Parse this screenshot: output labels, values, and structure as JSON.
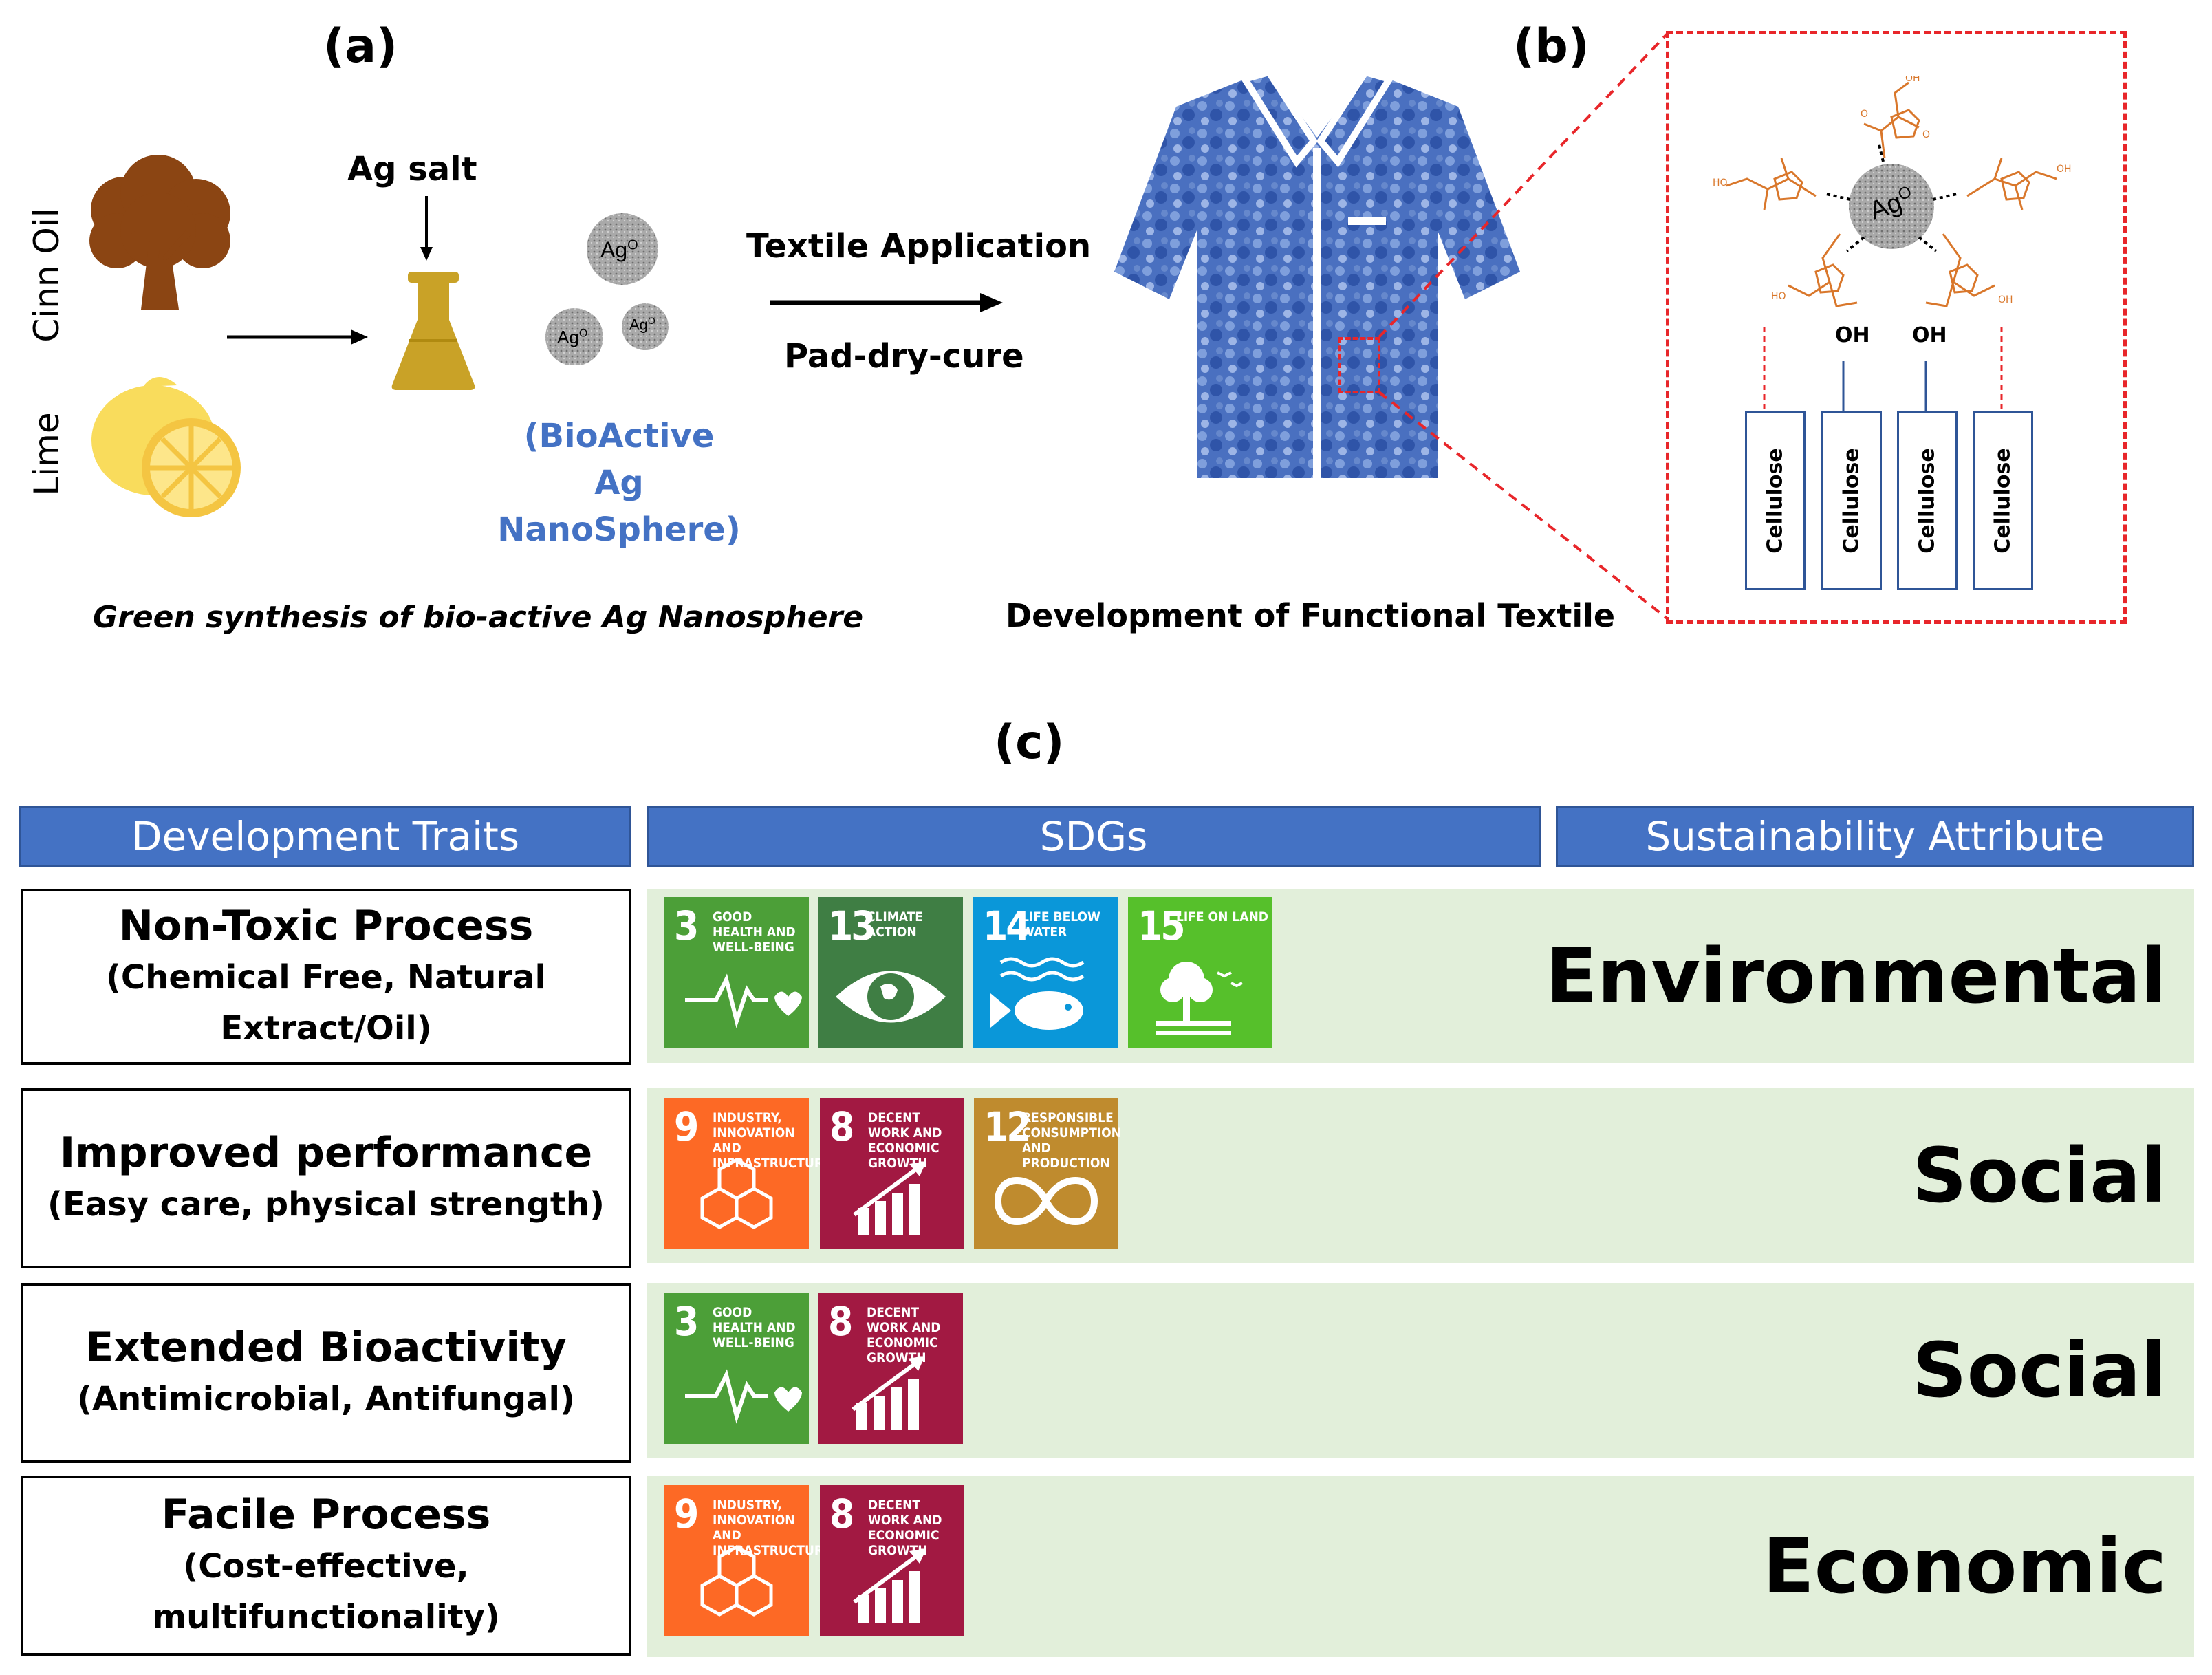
{
  "panel_a": {
    "label": "(a)",
    "cinn_oil": "Cinn Oil",
    "lime": "Lime",
    "ag_salt": "Ag salt",
    "ag_particle": "Ag",
    "ag_superscript": "O",
    "bioactive_line1": "(BioActive Ag",
    "bioactive_line2": "NanoSphere)",
    "caption": "Green synthesis of bio-active Ag Nanosphere",
    "textile_application": "Textile Application",
    "pad_dry_cure": "Pad-dry-cure"
  },
  "panel_b": {
    "label": "(b)",
    "caption": "Development of Functional Textile",
    "oh1": "OH",
    "oh2": "OH",
    "center_particle": "Ag",
    "center_superscript": "O",
    "cellulose": [
      "Cellulose",
      "Cellulose",
      "Cellulose",
      "Cellulose"
    ]
  },
  "panel_c": {
    "label": "(c)",
    "headers": {
      "traits": "Development Traits",
      "sdgs": "SDGs",
      "attribute": "Sustainability Attribute"
    },
    "rows": [
      {
        "title": "Non-Toxic Process",
        "subtitle_line1": "(Chemical Free, Natural",
        "subtitle_line2": "Extract/Oil)",
        "attribute": "Environmental",
        "sdgs": [
          {
            "num": "3",
            "label": "Good Health and Well-Being",
            "color": "#4c9f38",
            "icon": "heartbeat-icon"
          },
          {
            "num": "13",
            "label": "Climate Action",
            "color": "#3f7e44",
            "icon": "eye-globe-icon"
          },
          {
            "num": "14",
            "label": "Life Below Water",
            "color": "#0a97d9",
            "icon": "fish-icon"
          },
          {
            "num": "15",
            "label": "Life On Land",
            "color": "#56c02b",
            "icon": "tree-icon"
          }
        ]
      },
      {
        "title": "Improved performance",
        "subtitle_line1": "(Easy care, physical strength)",
        "subtitle_line2": "",
        "attribute": "Social",
        "sdgs": [
          {
            "num": "9",
            "label": "Industry, Innovation and Infrastructure",
            "color": "#fd6925",
            "icon": "cubes-icon"
          },
          {
            "num": "8",
            "label": "Decent Work and Economic Growth",
            "color": "#a21942",
            "icon": "growth-chart-icon"
          },
          {
            "num": "12",
            "label": "Responsible Consumption and Production",
            "color": "#bf8b2e",
            "icon": "infinity-icon"
          }
        ]
      },
      {
        "title": "Extended Bioactivity",
        "subtitle_line1": "(Antimicrobial, Antifungal)",
        "subtitle_line2": "",
        "attribute": "Social",
        "sdgs": [
          {
            "num": "3",
            "label": "Good Health and Well-Being",
            "color": "#4c9f38",
            "icon": "heartbeat-icon"
          },
          {
            "num": "8",
            "label": "Decent Work and Economic Growth",
            "color": "#a21942",
            "icon": "growth-chart-icon"
          }
        ]
      },
      {
        "title": "Facile Process",
        "subtitle_line1": "(Cost-effective,",
        "subtitle_line2": "multifunctionality)",
        "attribute": "Economic",
        "sdgs": [
          {
            "num": "9",
            "label": "Industry, Innovation and Infrastructure",
            "color": "#fd6925",
            "icon": "cubes-icon"
          },
          {
            "num": "8",
            "label": "Decent Work and Economic Growth",
            "color": "#a21942",
            "icon": "growth-chart-icon"
          }
        ]
      }
    ]
  }
}
